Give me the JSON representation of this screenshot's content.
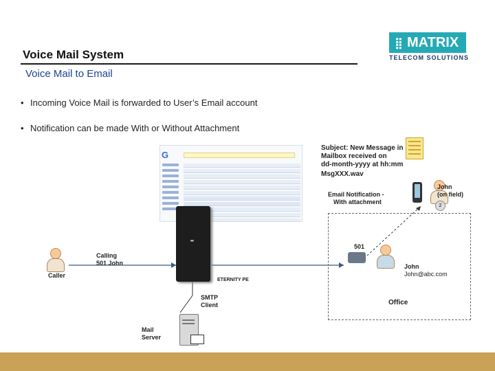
{
  "header": {
    "title": "Voice Mail System",
    "subtitle": "Voice Mail to Email",
    "bullets": [
      "Incoming Voice Mail is forwarded to User’s Email account",
      "Notification can be made With or Without Attachment"
    ]
  },
  "logo": {
    "name": "MATRIX",
    "tagline": "TELECOM SOLUTIONS"
  },
  "diagram": {
    "caller_label": "Caller",
    "calling_label_line1": "Calling",
    "calling_label_line2": "501 John",
    "device_label": "ETERNITY PE",
    "smtp_line1": "SMTP",
    "smtp_line2": "Client",
    "mail_server_line1": "Mail",
    "mail_server_line2": "Server",
    "subject_line1": "Subject: New Message in",
    "subject_line2": "Mailbox received on",
    "subject_line3": "dd-month-yyyy at hh:mm",
    "attachment_name": "MsgXXX.wav",
    "notification_line1": "Email Notification -",
    "notification_line2": "With attachment",
    "john_field_line1": "John",
    "john_field_line2": "(on field)",
    "step_number": "2",
    "extension": "501",
    "john_office_name": "John",
    "john_office_email": "John@abc.com",
    "office_label": "Office"
  },
  "colors": {
    "accent": "#24aab5",
    "subtitle": "#1f3f8f",
    "footer": "#c9a258"
  }
}
